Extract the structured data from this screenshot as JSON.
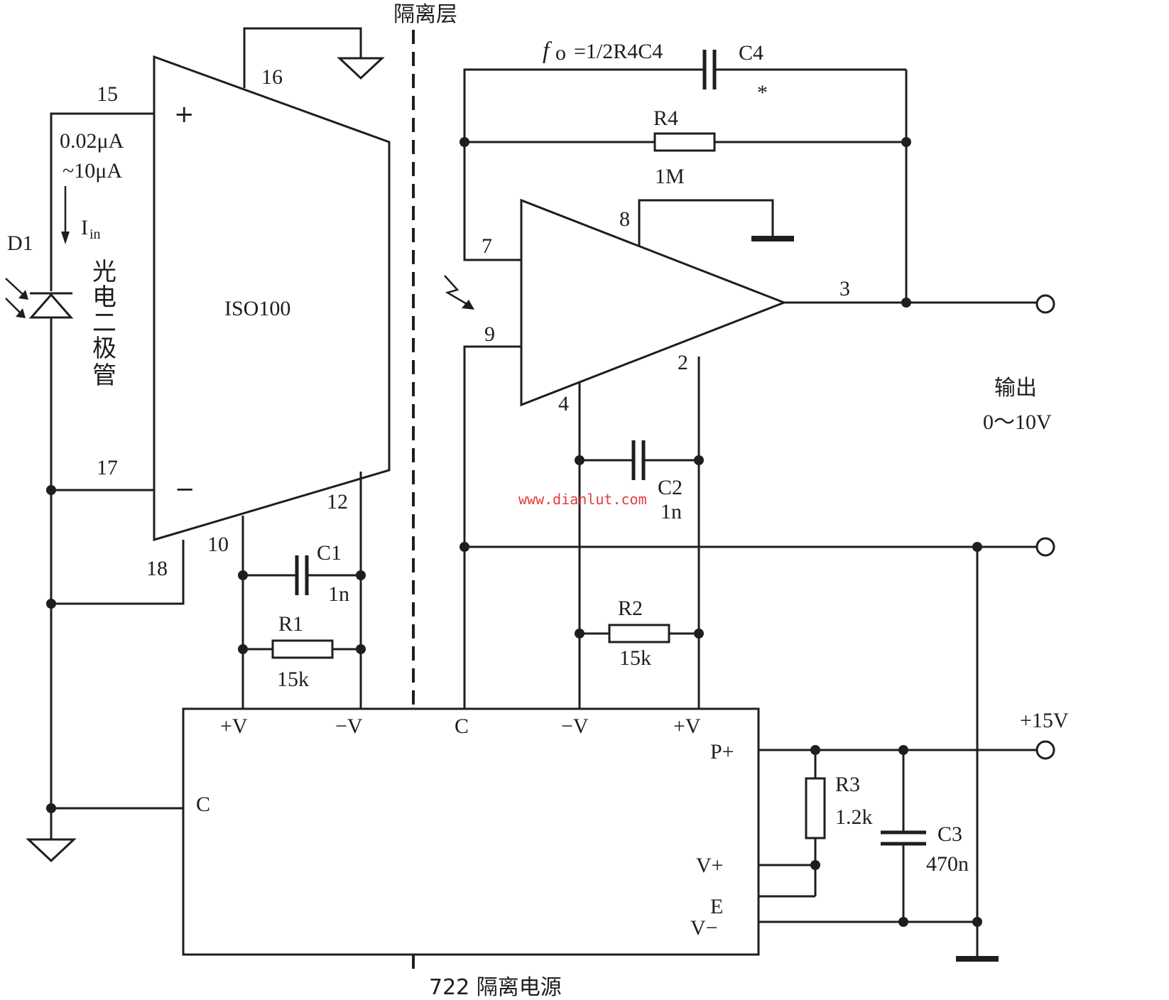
{
  "isolation_layer_label": "隔离层",
  "watermark": "www.dianlut.com",
  "colors": {
    "ink": "#1e1e1e",
    "watermark": "#e23a3a",
    "background": "#ffffff"
  },
  "iso100": {
    "name": "ISO100",
    "plus_sign": "+",
    "minus_sign": "−",
    "pins": {
      "p15": "15",
      "p16": "16",
      "p17": "17",
      "p18": "18",
      "p10": "10",
      "p12": "12"
    }
  },
  "photodiode": {
    "ref": "D1",
    "name_chars": [
      "光",
      "电",
      "二",
      "极",
      "管"
    ],
    "current_range_line1": "0.02μA",
    "current_range_line2": "~10μA",
    "current_symbol": "I",
    "current_subscript": "in"
  },
  "c1": {
    "ref": "C1",
    "value": "1n"
  },
  "r1": {
    "ref": "R1",
    "value": "15k"
  },
  "feedback": {
    "formula_f": "f",
    "formula_o": "o",
    "formula_rest": "=1/2R4C4",
    "c4_ref": "C4",
    "c4_note": "*",
    "r4_ref": "R4",
    "r4_value": "1M"
  },
  "opamp_pins": {
    "p7": "7",
    "p8": "8",
    "p9": "9",
    "p3": "3",
    "p4": "4",
    "p2": "2"
  },
  "c2": {
    "ref": "C2",
    "value": "1n"
  },
  "r2": {
    "ref": "R2",
    "value": "15k"
  },
  "output": {
    "label": "输出",
    "range": "0～10V"
  },
  "power_module": {
    "name": "722 隔离电源",
    "pin_plus_v_left": "+V",
    "pin_minus_v_left": "−V",
    "pin_c_left": "C",
    "pin_c_right": "C",
    "pin_minus_v_right": "−V",
    "pin_plus_v_right": "+V",
    "pin_p_plus": "P+",
    "pin_v_plus": "V+",
    "pin_v_minus": "V−",
    "pin_e": "E"
  },
  "r3": {
    "ref": "R3",
    "value": "1.2k"
  },
  "c3": {
    "ref": "C3",
    "value": "470n"
  },
  "supply": {
    "label": "+15V"
  }
}
